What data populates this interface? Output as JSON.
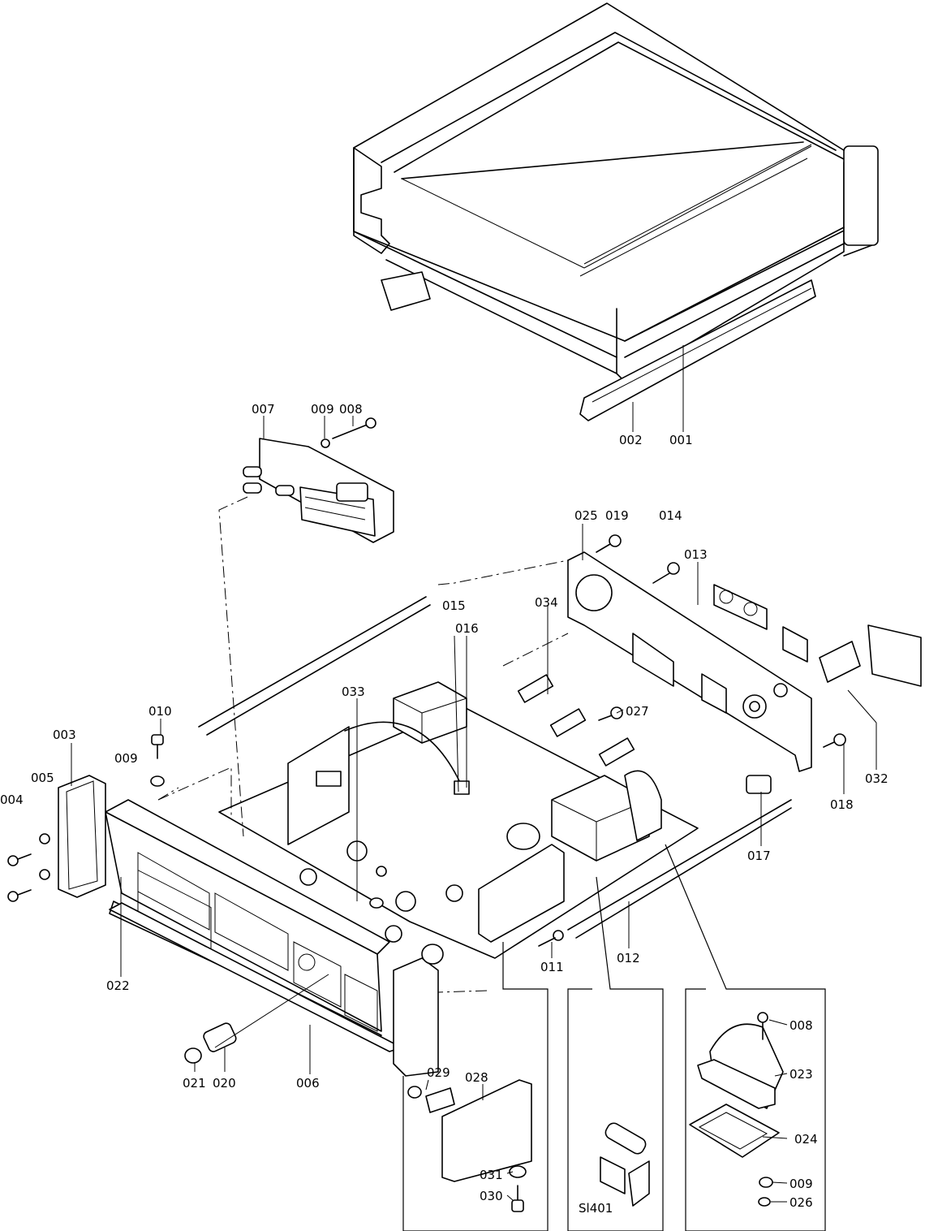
{
  "labels": {
    "l001": "001",
    "l002": "002",
    "l003": "003",
    "l004": "004",
    "l005": "005",
    "l006": "006",
    "l007": "007",
    "l008": "008",
    "l009": "009",
    "l008b": "008",
    "l009b": "009",
    "l009c": "009",
    "l010": "010",
    "l011": "011",
    "l012": "012",
    "l013": "013",
    "l014": "014",
    "l015": "015",
    "l016": "016",
    "l017": "017",
    "l018": "018",
    "l019": "019",
    "l020": "020",
    "l021": "021",
    "l022": "022",
    "l023": "023",
    "l024": "024",
    "l025": "025",
    "l026": "026",
    "l027": "027",
    "l028": "028",
    "l029": "029",
    "l030": "030",
    "l031": "031",
    "l032": "032",
    "l033": "033",
    "l034": "034",
    "lsi401": "Sl401"
  }
}
